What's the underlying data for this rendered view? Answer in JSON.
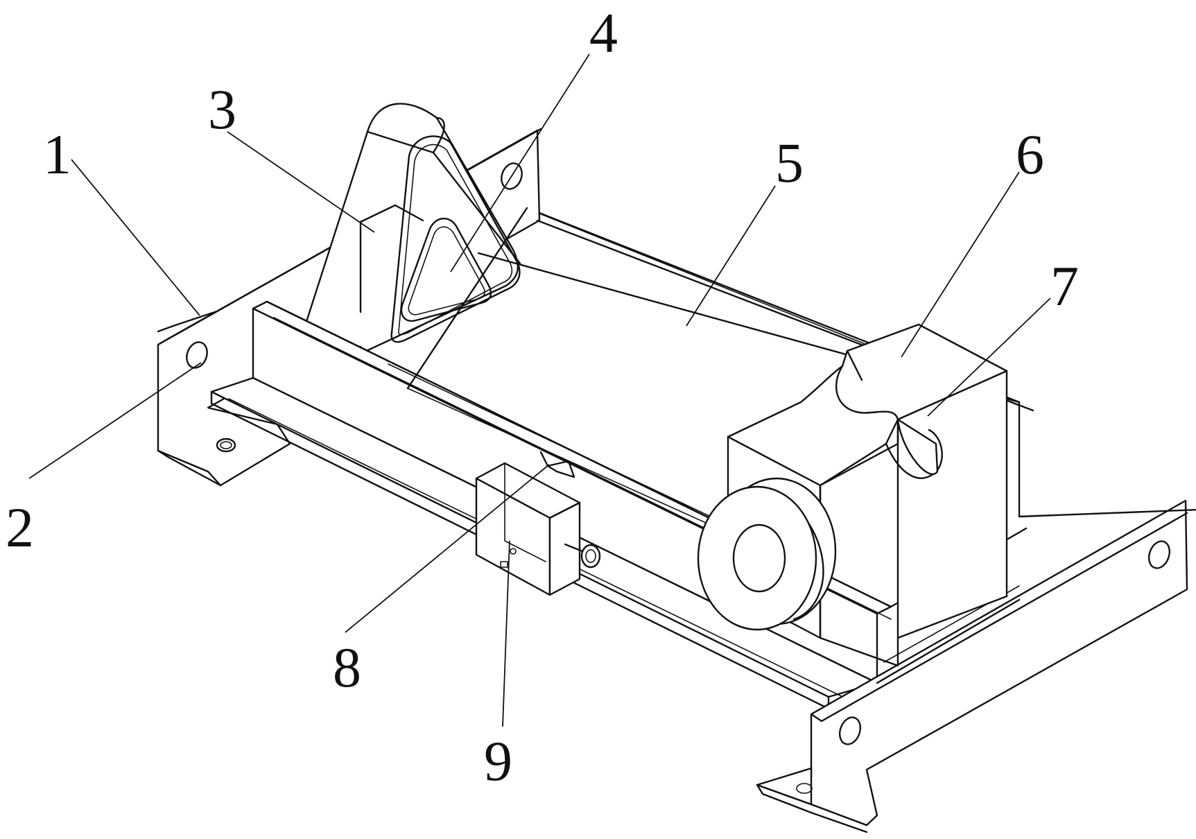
{
  "callouts": [
    {
      "id": "1",
      "text": "1"
    },
    {
      "id": "2",
      "text": "2"
    },
    {
      "id": "3",
      "text": "3"
    },
    {
      "id": "4",
      "text": "4"
    },
    {
      "id": "5",
      "text": "5"
    },
    {
      "id": "6",
      "text": "6"
    },
    {
      "id": "7",
      "text": "7"
    },
    {
      "id": "8",
      "text": "8"
    },
    {
      "id": "9",
      "text": "9"
    }
  ],
  "colors": {
    "line": "#111111",
    "background": "#ffffff"
  }
}
